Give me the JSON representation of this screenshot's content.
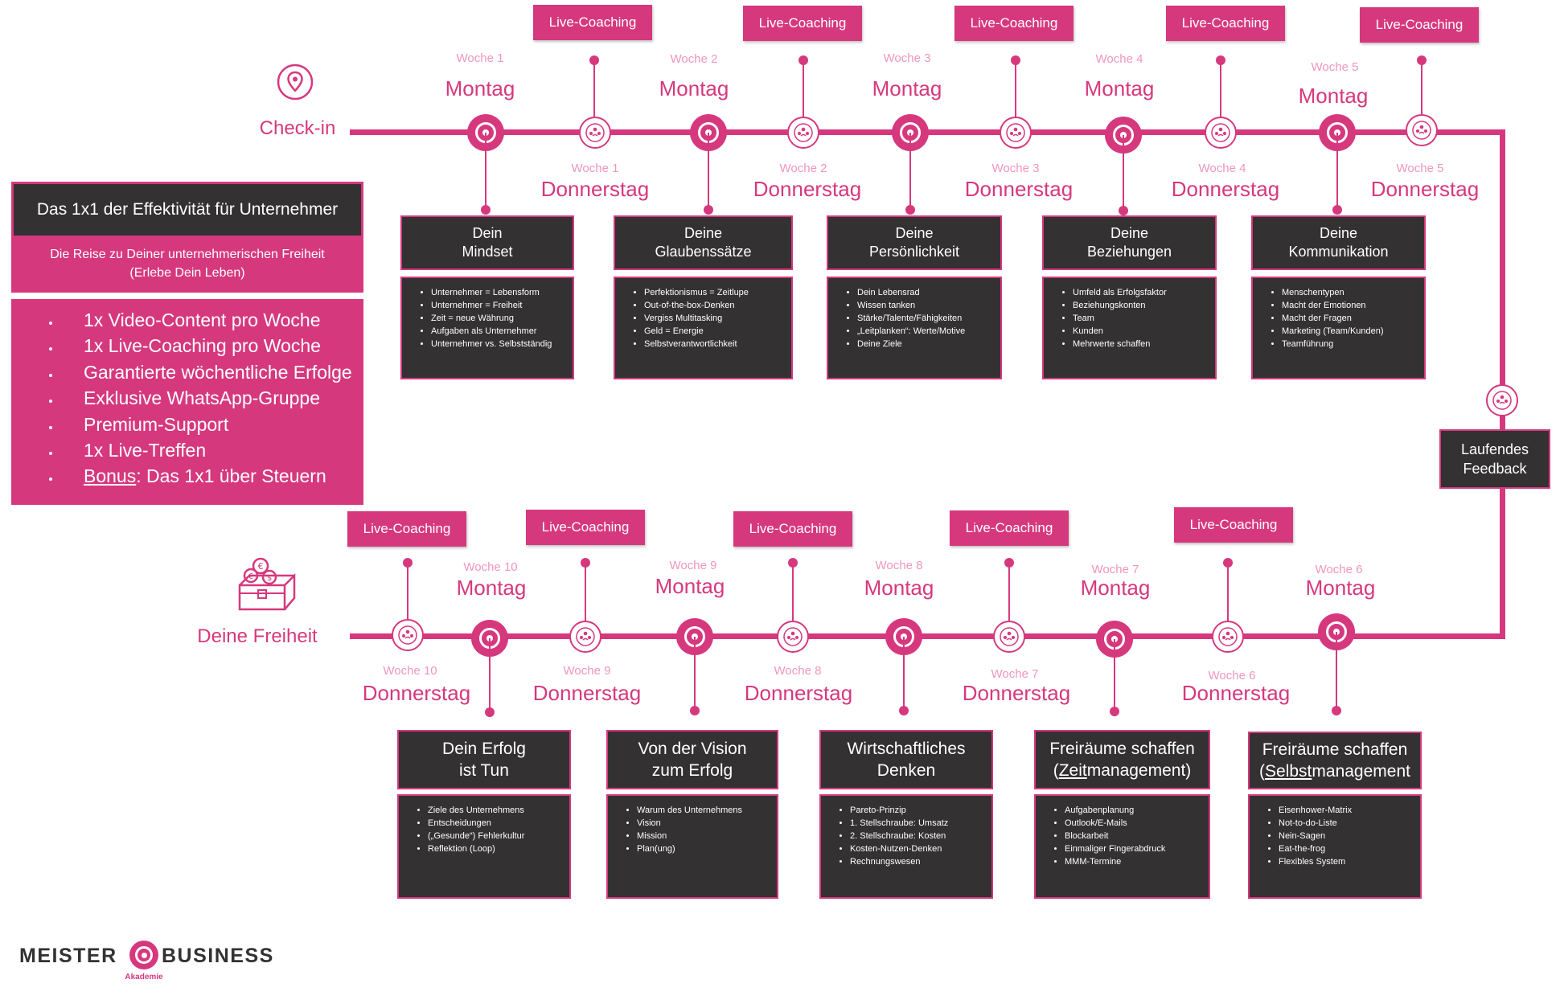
{
  "colors": {
    "accent": "#d6387e",
    "dark": "#333132",
    "light_accent": "#f096bd"
  },
  "checkin_label": "Check-in",
  "freedom_label": "Deine Freiheit",
  "coach_label": "Live-Coaching",
  "monday": "Montag",
  "thursday": "Donnerstag",
  "feedback": {
    "line1": "Laufendes",
    "line2": "Feedback"
  },
  "left_panel": {
    "title": "Das 1x1 der Effektivität für Unternehmer",
    "subtitle_line1": "Die Reise zu Deiner unternehmerischen Freiheit",
    "subtitle_line2": "(Erlebe Dein Leben)",
    "items": [
      "1x Video-Content pro Woche",
      "1x Live-Coaching pro Woche",
      "Garantierte wöchentliche Erfolge",
      "Exklusive WhatsApp-Gruppe",
      "Premium-Support",
      "1x Live-Treffen"
    ],
    "bonus_label": "Bonus",
    "bonus_text": ": Das 1x1 über Steuern"
  },
  "weeks": {
    "w1": "Woche 1",
    "w2": "Woche 2",
    "w3": "Woche 3",
    "w4": "Woche 4",
    "w5": "Woche 5",
    "w6": "Woche 6",
    "w7": "Woche 7",
    "w8": "Woche 8",
    "w9": "Woche 9",
    "w10": "Woche 10"
  },
  "modules": [
    {
      "title1": "Dein",
      "title2": "Mindset",
      "items": [
        "Unternehmer = Lebensform",
        "Unternehmer = Freiheit",
        "Zeit = neue Währung",
        "Aufgaben als Unternehmer",
        "Unternehmer vs. Selbstständig"
      ]
    },
    {
      "title1": "Deine",
      "title2": "Glaubenssätze",
      "items": [
        "Perfektionismus = Zeitlupe",
        "Out-of-the-box-Denken",
        "Vergiss Multitasking",
        "Geld = Energie",
        "Selbstverantwortlichkeit"
      ]
    },
    {
      "title1": "Deine",
      "title2": "Persönlichkeit",
      "items": [
        "Dein Lebensrad",
        "Wissen tanken",
        "Stärke/Talente/Fähigkeiten",
        "„Leitplanken“: Werte/Motive",
        "Deine Ziele"
      ]
    },
    {
      "title1": "Deine",
      "title2": "Beziehungen",
      "items": [
        "Umfeld als Erfolgsfaktor",
        "Beziehungskonten",
        "Team",
        "Kunden",
        "Mehrwerte schaffen"
      ]
    },
    {
      "title1": "Deine",
      "title2": "Kommunikation",
      "items": [
        "Menschentypen",
        "Macht der Emotionen",
        "Macht der Fragen",
        "Marketing (Team/Kunden)",
        "Teamführung"
      ]
    },
    {
      "title1": "Dein Erfolg",
      "title2": "ist Tun",
      "items": [
        "Ziele des Unternehmens",
        "Entscheidungen",
        "(„Gesunde“) Fehlerkultur",
        "Reflektion (Loop)"
      ]
    },
    {
      "title1": "Von der Vision",
      "title2": "zum Erfolg",
      "items": [
        "Warum des Unternehmens",
        "Vision",
        "Mission",
        "Plan(ung)"
      ]
    },
    {
      "title1": "Wirtschaftliches",
      "title2": "Denken",
      "items": [
        "Pareto-Prinzip",
        "1. Stellschraube: Umsatz",
        "2. Stellschraube: Kosten",
        "Kosten-Nutzen-Denken",
        "Rechnungswesen"
      ]
    },
    {
      "title1": "Freiräume schaffen",
      "title2_u": "Zeit",
      "title2_pre": "(",
      "title2_post": "management)",
      "items": [
        "Aufgabenplanung",
        "Outlook/E-Mails",
        "Blockarbeit",
        "Einmaliger Fingerabdruck",
        "MMM-Termine"
      ]
    },
    {
      "title1": "Freiräume schaffen",
      "title2_u": "Selbst",
      "title2_pre": "(",
      "title2_post": "management",
      "items": [
        "Eisenhower-Matrix",
        "Not-to-do-Liste",
        "Nein-Sagen",
        "Eat-the-frog",
        "Flexibles System"
      ]
    }
  ],
  "logo": {
    "left": "MEISTER",
    "right": "BUSINESS",
    "sub": "Akademie"
  }
}
